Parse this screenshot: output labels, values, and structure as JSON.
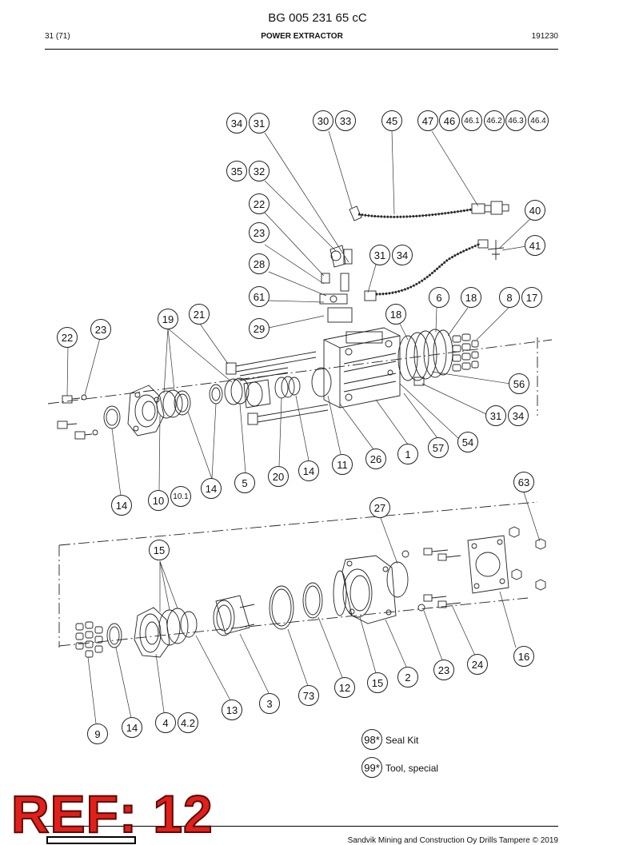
{
  "header": {
    "doc_number": "BG 005 231 65 cC",
    "page": "31 (71)",
    "section": "POWER EXTRACTOR",
    "date_code": "191230"
  },
  "callouts": [
    {
      "id": "c1",
      "label": "34"
    },
    {
      "id": "c2",
      "label": "31"
    },
    {
      "id": "c3",
      "label": "30"
    },
    {
      "id": "c4",
      "label": "33"
    },
    {
      "id": "c5",
      "label": "45"
    },
    {
      "id": "c6",
      "label": "47"
    },
    {
      "id": "c7",
      "label": "46"
    },
    {
      "id": "c8",
      "label": "46.1"
    },
    {
      "id": "c9",
      "label": "46.2"
    },
    {
      "id": "c10",
      "label": "46.3"
    },
    {
      "id": "c11",
      "label": "46.4"
    },
    {
      "id": "c12",
      "label": "35"
    },
    {
      "id": "c13",
      "label": "32"
    },
    {
      "id": "c14",
      "label": "22"
    },
    {
      "id": "c15",
      "label": "40"
    },
    {
      "id": "c16",
      "label": "23"
    },
    {
      "id": "c17",
      "label": "41"
    },
    {
      "id": "c18",
      "label": "31"
    },
    {
      "id": "c19",
      "label": "34"
    },
    {
      "id": "c20",
      "label": "28"
    },
    {
      "id": "c21",
      "label": "61"
    },
    {
      "id": "c22",
      "label": "6"
    },
    {
      "id": "c23",
      "label": "18"
    },
    {
      "id": "c24",
      "label": "8"
    },
    {
      "id": "c25",
      "label": "17"
    },
    {
      "id": "c26",
      "label": "21"
    },
    {
      "id": "c27",
      "label": "19"
    },
    {
      "id": "c28",
      "label": "18"
    },
    {
      "id": "c29",
      "label": "23"
    },
    {
      "id": "c30",
      "label": "29"
    },
    {
      "id": "c31",
      "label": "22"
    },
    {
      "id": "c32",
      "label": "56"
    },
    {
      "id": "c33",
      "label": "31"
    },
    {
      "id": "c34",
      "label": "34"
    },
    {
      "id": "c35",
      "label": "54"
    },
    {
      "id": "c36",
      "label": "57"
    },
    {
      "id": "c37",
      "label": "1"
    },
    {
      "id": "c38",
      "label": "26"
    },
    {
      "id": "c39",
      "label": "11"
    },
    {
      "id": "c40",
      "label": "14"
    },
    {
      "id": "c41",
      "label": "20"
    },
    {
      "id": "c42",
      "label": "5"
    },
    {
      "id": "c43",
      "label": "14"
    },
    {
      "id": "c44",
      "label": "10.1"
    },
    {
      "id": "c45",
      "label": "10"
    },
    {
      "id": "c46",
      "label": "14"
    },
    {
      "id": "c47",
      "label": "63"
    },
    {
      "id": "c48",
      "label": "27"
    },
    {
      "id": "c49",
      "label": "15"
    },
    {
      "id": "c50",
      "label": "16"
    },
    {
      "id": "c51",
      "label": "24"
    },
    {
      "id": "c52",
      "label": "23"
    },
    {
      "id": "c53",
      "label": "2"
    },
    {
      "id": "c54",
      "label": "15"
    },
    {
      "id": "c55",
      "label": "12"
    },
    {
      "id": "c56",
      "label": "73"
    },
    {
      "id": "c57",
      "label": "3"
    },
    {
      "id": "c58",
      "label": "13"
    },
    {
      "id": "c59",
      "label": "4"
    },
    {
      "id": "c60",
      "label": "4.2"
    },
    {
      "id": "c61",
      "label": "14"
    },
    {
      "id": "c62",
      "label": "9"
    }
  ],
  "legend": [
    {
      "mark": "98*",
      "text": "Seal Kit"
    },
    {
      "mark": "99*",
      "text": "Tool, special"
    }
  ],
  "stamp": "REF: 12",
  "footer": {
    "copyright": "Sandvik Mining and Construction Oy Drills Tampere © 2019"
  }
}
